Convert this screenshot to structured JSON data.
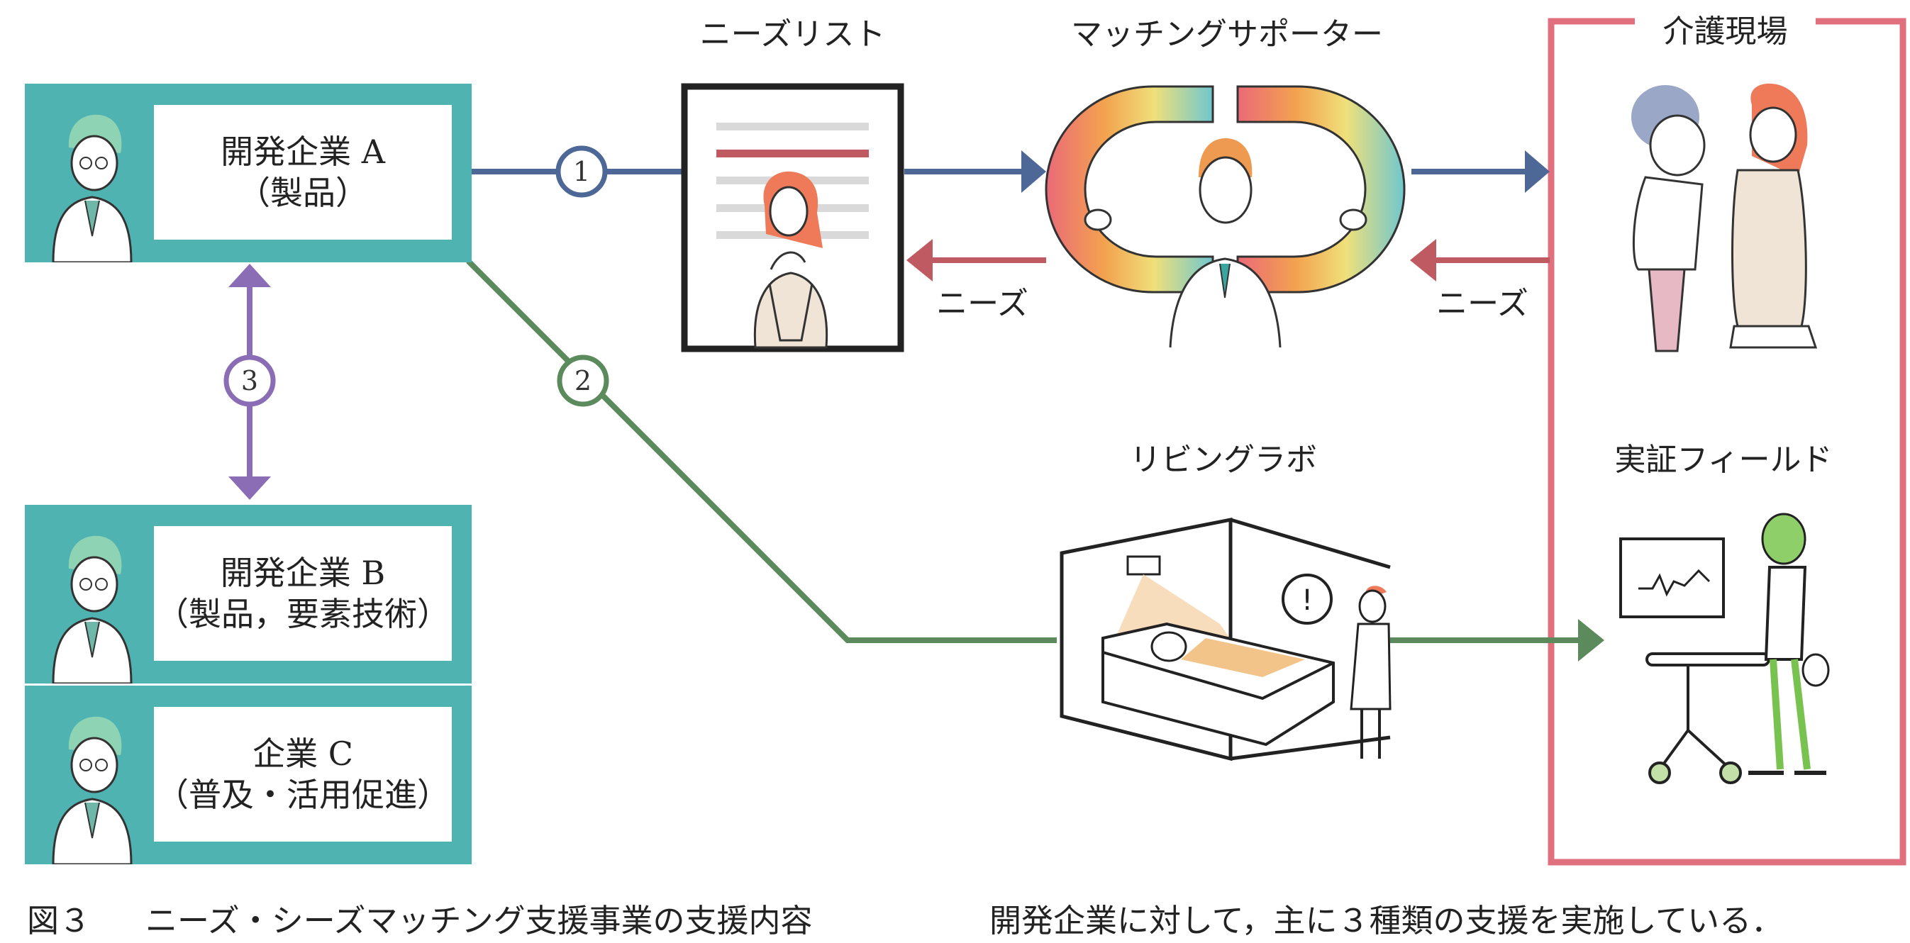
{
  "companies": [
    {
      "name": "開発企業 A",
      "sub": "（製品）"
    },
    {
      "name": "開発企業 B",
      "sub": "（製品，要素技術）"
    },
    {
      "name": "企業 C",
      "sub": "（普及・活用促進）"
    }
  ],
  "labels": {
    "needs_list": "ニーズリスト",
    "matching_supporter": "マッチングサポーター",
    "care_site": "介護現場",
    "living_lab": "リビングラボ",
    "field": "実証フィールド",
    "needs_left": "ニーズ",
    "needs_right": "ニーズ"
  },
  "steps": [
    "1",
    "2",
    "3"
  ],
  "caption": {
    "figure": "図３",
    "title": "ニーズ・シーズマッチング支援事業の支援内容",
    "text": "開発企業に対して，主に３種類の支援を実施している．"
  },
  "colors": {
    "teal": "#4fb3b1",
    "blue": "#4d6796",
    "red": "#c05a62",
    "green": "#5b8a5c",
    "purple": "#8b6db6",
    "pink_frame": "#e0707e"
  }
}
